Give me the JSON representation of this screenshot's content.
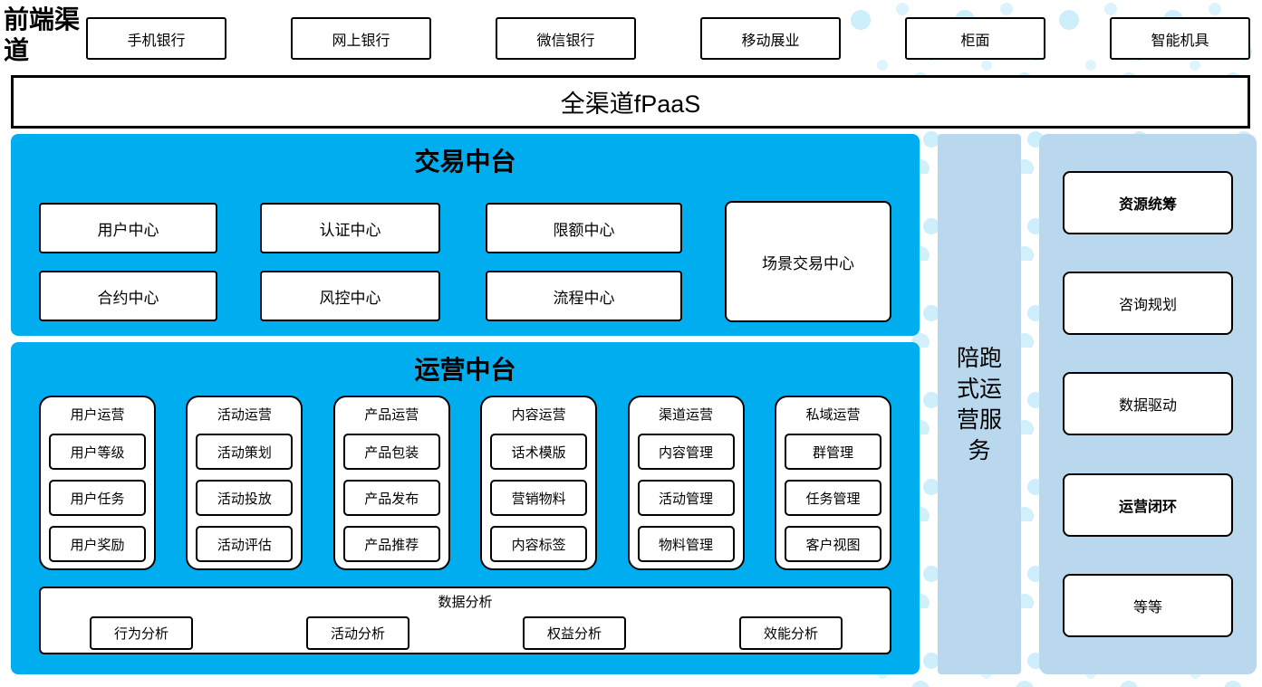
{
  "colors": {
    "main_blue": "#00AEEF",
    "panel_blue": "#B9D8EE",
    "dot_blue": "#CDEEFB",
    "box_border": "#000000",
    "box_bg": "#FFFFFF"
  },
  "front_channels": {
    "label": "前端渠道",
    "items": [
      "手机银行",
      "网上银行",
      "微信银行",
      "移动展业",
      "柜面",
      "智能机具"
    ]
  },
  "fpaas_bar": {
    "label": "全渠道fPaaS"
  },
  "trade_platform": {
    "title": "交易中台",
    "grid": [
      [
        "用户中心",
        "认证中心",
        "限额中心"
      ],
      [
        "合约中心",
        "风控中心",
        "流程中心"
      ]
    ],
    "tall_box": "场景交易中心"
  },
  "ops_platform": {
    "title": "运营中台",
    "groups": [
      {
        "title": "用户运营",
        "items": [
          "用户等级",
          "用户任务",
          "用户奖励"
        ]
      },
      {
        "title": "活动运营",
        "items": [
          "活动策划",
          "活动投放",
          "活动评估"
        ]
      },
      {
        "title": "产品运营",
        "items": [
          "产品包装",
          "产品发布",
          "产品推荐"
        ]
      },
      {
        "title": "内容运营",
        "items": [
          "话术模版",
          "营销物料",
          "内容标签"
        ]
      },
      {
        "title": "渠道运营",
        "items": [
          "内容管理",
          "活动管理",
          "物料管理"
        ]
      },
      {
        "title": "私域运营",
        "items": [
          "群管理",
          "任务管理",
          "客户视图"
        ]
      }
    ],
    "analysis": {
      "title": "数据分析",
      "items": [
        "行为分析",
        "活动分析",
        "权益分析",
        "效能分析"
      ]
    }
  },
  "side_bar": {
    "label": "陪跑式运营服务"
  },
  "right_panel": {
    "items": [
      {
        "label": "资源统筹",
        "bold": true
      },
      {
        "label": "咨询规划",
        "bold": false
      },
      {
        "label": "数据驱动",
        "bold": false
      },
      {
        "label": "运营闭环",
        "bold": true
      },
      {
        "label": "等等",
        "bold": false
      }
    ]
  }
}
